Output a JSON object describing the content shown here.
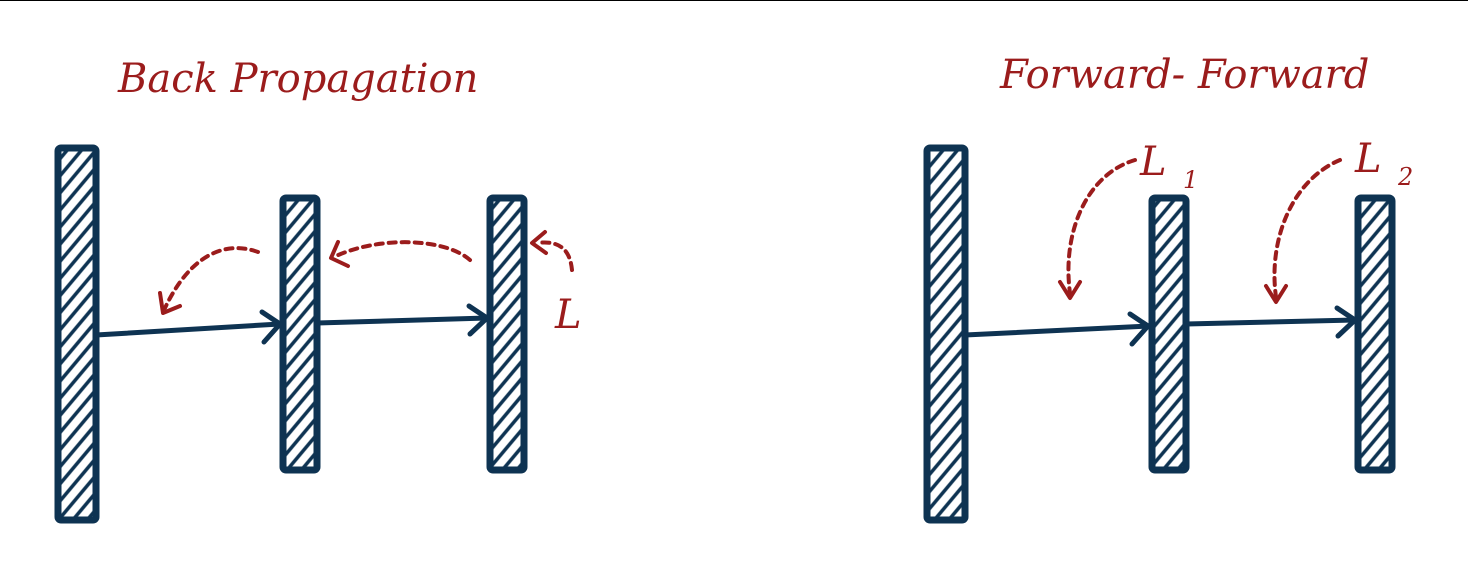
{
  "diagrams": {
    "left": {
      "title": "Back Propagation",
      "loss_label": "L"
    },
    "right": {
      "title": "Forward- Forward",
      "losses": [
        {
          "label": "L",
          "subscript": "1"
        },
        {
          "label": "L",
          "subscript": "2"
        }
      ]
    }
  },
  "colors": {
    "layer": "#0e3352",
    "annotation": "#9b1c1c",
    "background": "#ffffff"
  }
}
